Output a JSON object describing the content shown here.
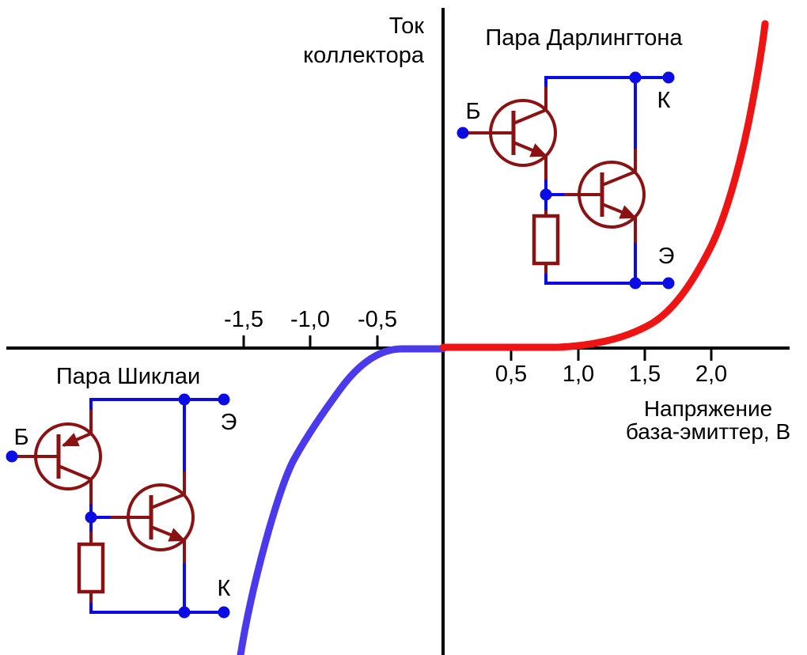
{
  "figure": {
    "description": "Collector current vs base-emitter voltage characteristic comparing a Darlington pair and a Sziklai pair, with circuit schematics of each pair",
    "axes": {
      "y_label": [
        "Ток",
        "коллектора"
      ],
      "x_label": [
        "Напряжение",
        "база-эмиттер, В"
      ],
      "ticks_negative": [
        "-1,5",
        "-1,0",
        "-0,5"
      ],
      "ticks_positive": [
        "0,5",
        "1,0",
        "1,5",
        "2,0"
      ]
    },
    "darlington": {
      "title": "Пара Дарлингтона",
      "terminal_base": "Б",
      "terminal_collector": "К",
      "terminal_emitter": "Э",
      "transistors": [
        "NPN",
        "NPN"
      ],
      "components": [
        "transistor",
        "transistor",
        "resistor"
      ]
    },
    "sziklai": {
      "title": "Пара Шиклаи",
      "terminal_base": "Б",
      "terminal_emitter": "Э",
      "terminal_collector": "К",
      "transistors": [
        "PNP",
        "NPN"
      ],
      "components": [
        "transistor",
        "transistor",
        "resistor"
      ]
    }
  },
  "colors": {
    "darlington_curve_red": "#ee1414",
    "sziklai_curve_blue": "#4b3aec",
    "circuit_wire_blue": "#0b0be6",
    "circuit_component_dark_red": "#8b1212",
    "axis_black": "#000000",
    "background": "#ffffff"
  },
  "chart_data": {
    "type": "line",
    "title": "",
    "xlabel": "Напряжение база-эмиттер, В",
    "ylabel": "Ток коллектора",
    "x_ticks": [
      -1.5,
      -1.0,
      -0.5,
      0.5,
      1.0,
      1.5,
      2.0
    ],
    "xlim": [
      -1.9,
      2.6
    ],
    "ylim": [
      -2.3,
      2.45
    ],
    "grid": false,
    "legend_position": "none (labels drawn beside circuit schematics in quadrants)",
    "y_units": "arbitrary units (y axis unnumbered)",
    "series": [
      {
        "name": "Пара Дарлингтона",
        "color": "#ee1414",
        "quadrant": "positive voltage, positive current",
        "knee_voltage_V": 1.2,
        "points_v_i": [
          [
            0,
            0
          ],
          [
            0.5,
            0
          ],
          [
            0.9,
            0.01
          ],
          [
            1.1,
            0.03
          ],
          [
            1.3,
            0.09
          ],
          [
            1.5,
            0.16
          ],
          [
            1.7,
            0.24
          ],
          [
            1.9,
            0.55
          ],
          [
            2.1,
            1.0
          ],
          [
            2.25,
            1.6
          ],
          [
            2.4,
            2.4
          ]
        ]
      },
      {
        "name": "Пара Шиклаи",
        "color": "#4b3aec",
        "quadrant": "negative voltage, negative current",
        "knee_voltage_V": -0.6,
        "points_v_i": [
          [
            0,
            0
          ],
          [
            -0.3,
            0
          ],
          [
            -0.55,
            -0.13
          ],
          [
            -0.7,
            -0.25
          ],
          [
            -0.8,
            -0.35
          ],
          [
            -1.0,
            -0.59
          ],
          [
            -1.15,
            -0.92
          ],
          [
            -1.3,
            -1.4
          ],
          [
            -1.4,
            -1.9
          ],
          [
            -1.5,
            -2.3
          ]
        ]
      }
    ]
  }
}
